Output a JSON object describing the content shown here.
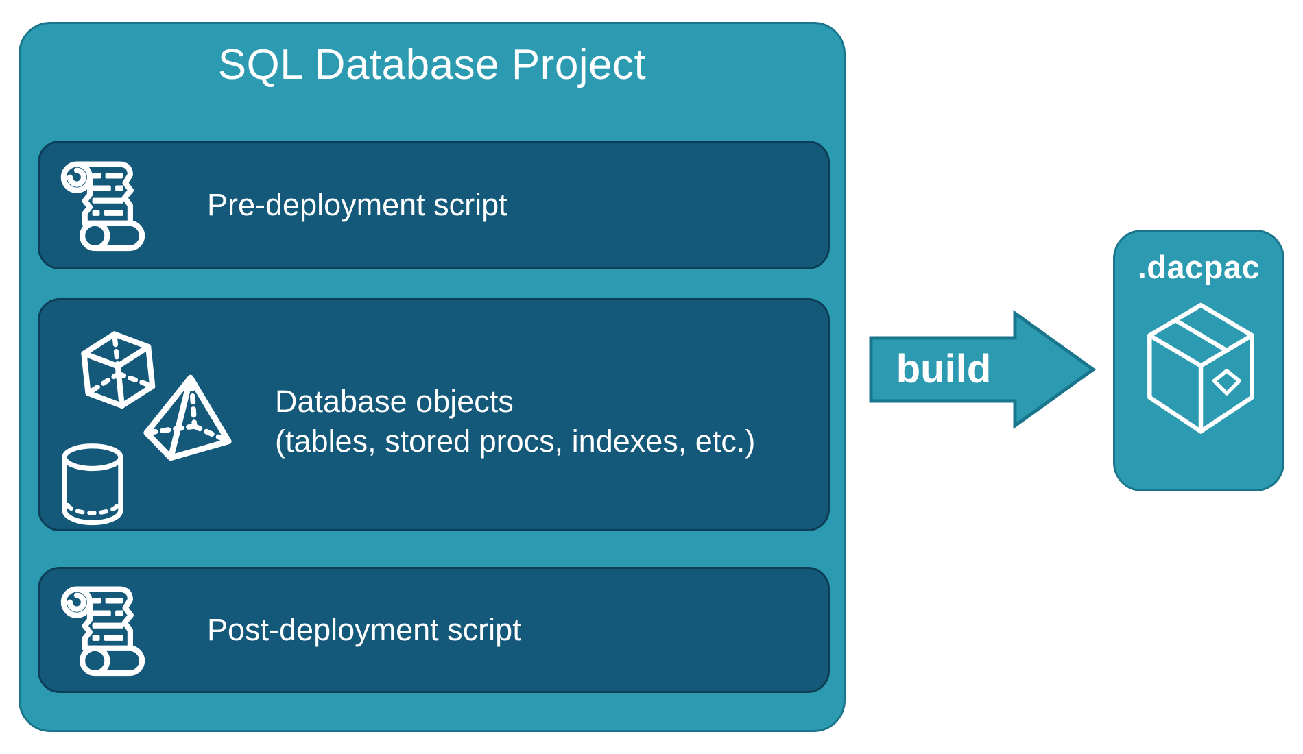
{
  "project": {
    "title": "SQL Database Project",
    "boxes": {
      "pre": {
        "label": "Pre-deployment script",
        "icon": "scroll-icon"
      },
      "objects": {
        "label_line1": "Database objects",
        "label_line2": "(tables, stored procs, indexes, etc.)",
        "icons": [
          "cube-icon",
          "pyramid-icon",
          "cylinder-icon"
        ]
      },
      "post": {
        "label": "Post-deployment script",
        "icon": "scroll-icon"
      }
    }
  },
  "arrow": {
    "label": "build",
    "direction": "right"
  },
  "dacpac": {
    "label": ".dacpac",
    "icon": "package-icon"
  },
  "colors": {
    "teal": "#2C9BB1",
    "teal_border": "#19758C",
    "dark_blue": "#14597A",
    "dark_blue_border": "#0D3E58",
    "text": "#FFFFFF",
    "background": "#FFFFFF"
  }
}
